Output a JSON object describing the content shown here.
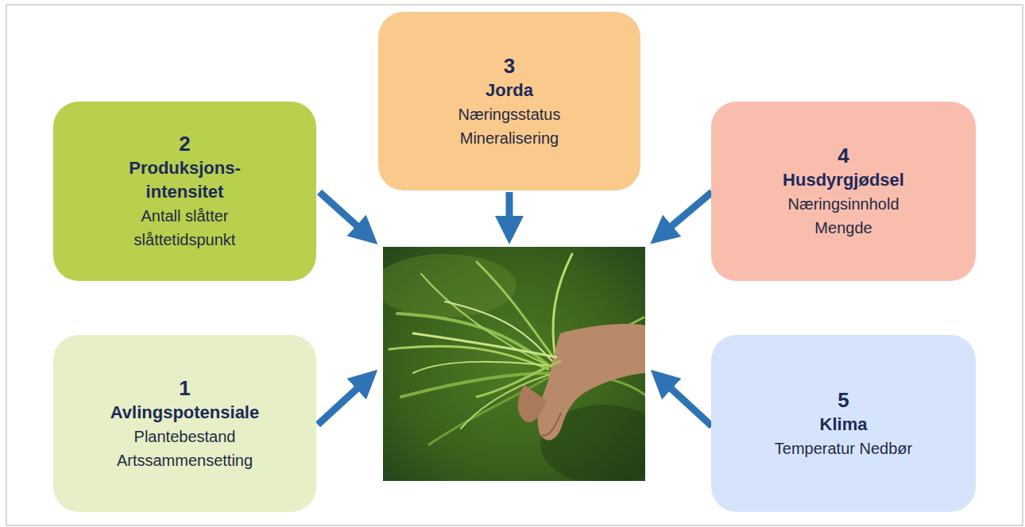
{
  "diagram": {
    "nodes": [
      {
        "text": [
          "3",
          "Jorda",
          "Næringsstatus Mineralisering"
        ]
      },
      {
        "text": [
          "2",
          "Produksjons- intensitet",
          "Antall slåtter slåttetidspunkt"
        ]
      },
      {
        "text": [
          "4",
          "Husdyrgjødsel",
          "Næringsinnhold Mengde"
        ]
      },
      {
        "text": [
          "1",
          "Avlingspotensiale",
          "Plantebestand Artssammensetting"
        ]
      },
      {
        "text": [
          "5",
          "Klima",
          "Temperatur Nedbør"
        ]
      }
    ]
  }
}
